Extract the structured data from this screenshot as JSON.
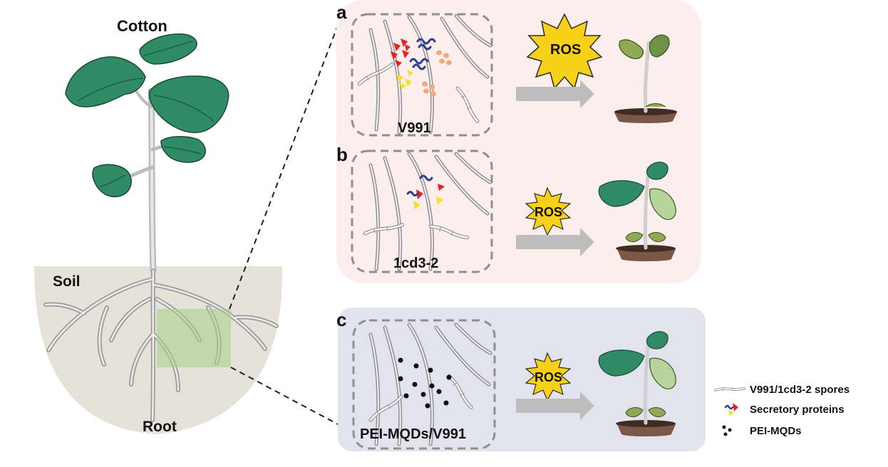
{
  "plant": {
    "title": "Cotton",
    "soil_label": "Soil",
    "root_label": "Root"
  },
  "panels": [
    {
      "letter": "a",
      "strain_label": "V991",
      "ros_label": "ROS",
      "ros_size": "large",
      "plant_state": "wilted"
    },
    {
      "letter": "b",
      "strain_label": "1cd3-2",
      "ros_label": "ROS",
      "ros_size": "small",
      "plant_state": "mild"
    },
    {
      "letter": "c",
      "strain_label": "PEI-MQDs/V991",
      "ros_label": "ROS",
      "ros_size": "small",
      "plant_state": "mild"
    }
  ],
  "legend": [
    {
      "icon": "spore-icon",
      "label": "V991/1cd3-2 spores"
    },
    {
      "icon": "secretory-protein-icon",
      "label": "Secretory proteins"
    },
    {
      "icon": "pei-mqd-dots-icon",
      "label": "PEI-MQDs"
    }
  ],
  "colors": {
    "leaf": "#2e8b63",
    "leaf_dark": "#1a4a35",
    "stem": "#c8c8c8",
    "soil": "#e4e2d9",
    "root_box": "#a6cd86",
    "panel_ab_bg": "#fdeeee",
    "panel_c_bg": "#e3e3ee",
    "ros_large": "#f7d118",
    "ros_small": "#f7d118",
    "arrow": "#bdbdbd",
    "pot": "#7b5748"
  }
}
